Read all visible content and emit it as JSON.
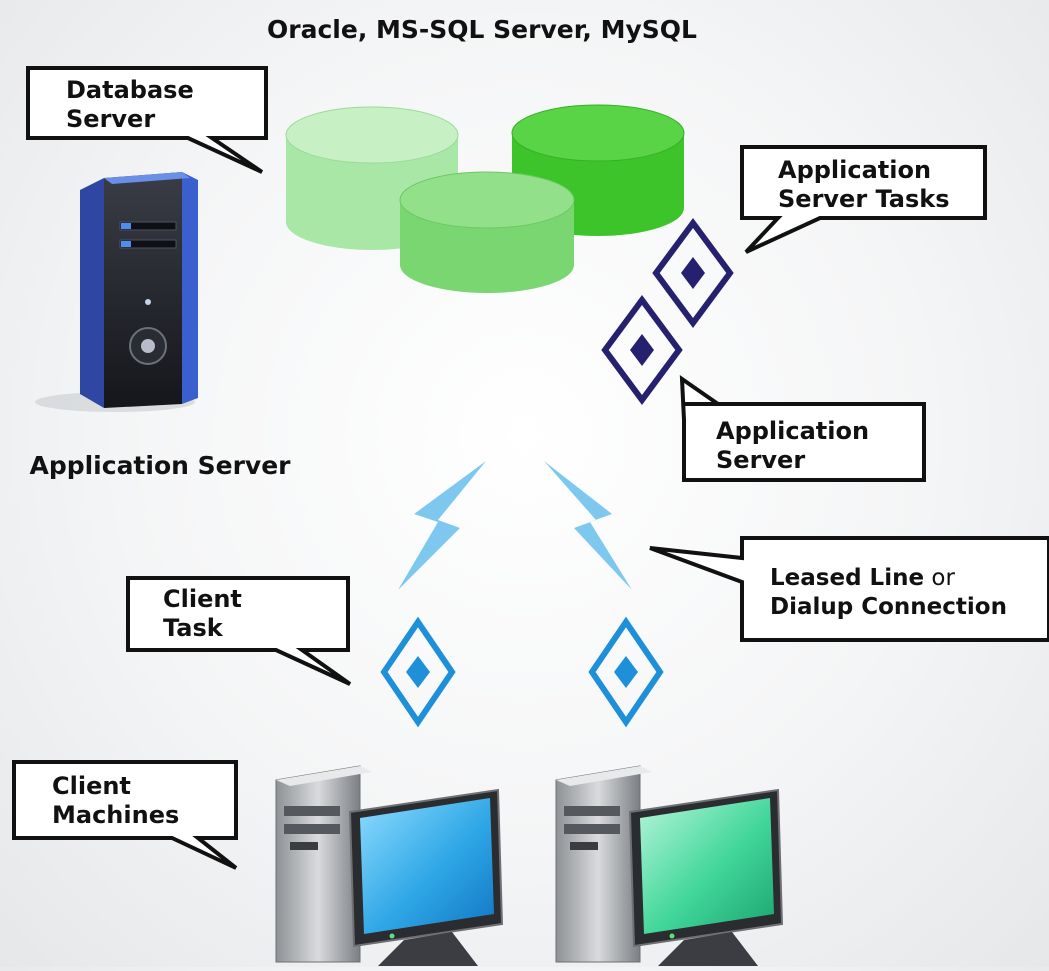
{
  "diagram": {
    "header": "Oracle, MS-SQL Server, MySQL",
    "callouts": {
      "database_server": [
        "Database",
        "Server"
      ],
      "app_server_tasks": [
        "Application",
        "Server Tasks"
      ],
      "application_server": [
        "Application",
        "Server"
      ],
      "connection": {
        "line1_bold": "Leased Line",
        "line1_tail": " or",
        "line2": "Dialup Connection"
      },
      "client_task": [
        "Client",
        "Task"
      ],
      "client_machines": [
        "Client",
        "Machines"
      ]
    },
    "application_server_label": "Application Server",
    "colors": {
      "db_light": "#a6e6a4",
      "db_mid": "#78d66f",
      "db_dark": "#3cc42a",
      "task_navy": "#25216e",
      "task_blue": "#1e8fd9",
      "lightning": "#7ec8ef",
      "tower_blue": "#3557b8",
      "monitor_blue": "#3fb4ec",
      "monitor_green": "#43d79c"
    },
    "icons": [
      "database-icon",
      "server-tower-icon",
      "task-diamond-icon",
      "lightning-icon",
      "desktop-computer-icon"
    ]
  }
}
